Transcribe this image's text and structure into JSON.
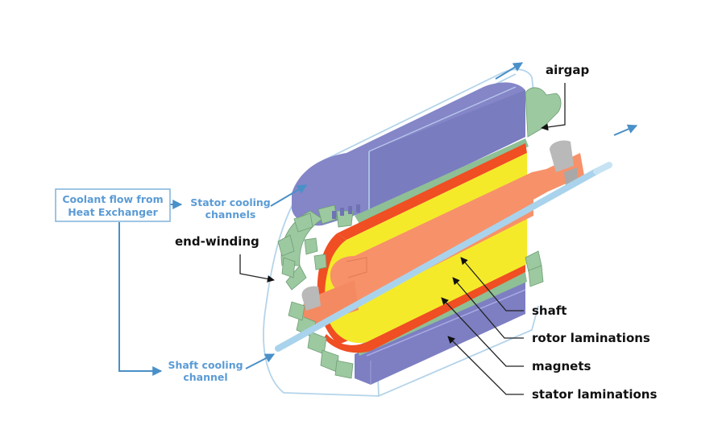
{
  "diagram": {
    "flow_labels": {
      "coolant_source_line1": "Coolant flow from",
      "coolant_source_line2": "Heat Exchanger",
      "stator_cooling_line1": "Stator cooling",
      "stator_cooling_line2": "channels",
      "shaft_cooling_line1": "Shaft cooling",
      "shaft_cooling_line2": "channel"
    },
    "component_labels": {
      "airgap": "airgap",
      "end_winding": "end-winding",
      "shaft": "shaft",
      "rotor_laminations": "rotor laminations",
      "magnets": "magnets",
      "stator_laminations": "stator laminations"
    },
    "colors": {
      "stator": "#8486c8",
      "stator_dark": "#6f71b5",
      "winding": "#9cc9a0",
      "winding_dark": "#6f9e76",
      "magnet_layer": "#f04e23",
      "rotor": "#f5ea2a",
      "shaft": "#f7916a",
      "cooling_channel": "#a9d3ec",
      "flow_arrow": "#4a90c8",
      "outline": "#b4d4ea",
      "bearing": "#b9b9b9"
    }
  }
}
